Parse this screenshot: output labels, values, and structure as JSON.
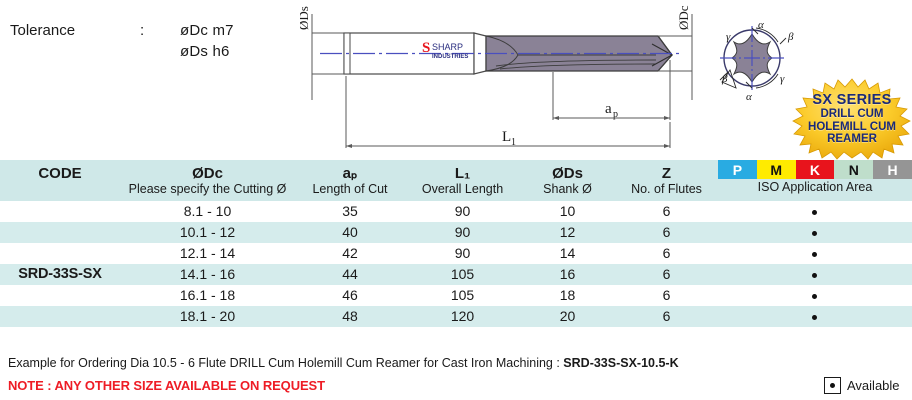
{
  "tolerance": {
    "label": "Tolerance",
    "colon": ":",
    "value_line1": "øDc m7",
    "value_line2": "øDs h6"
  },
  "drawing": {
    "shank_dia_label": "ØDs",
    "cutting_dia_label": "ØDc",
    "length_of_cut_label": "a",
    "length_of_cut_sub": "p",
    "overall_length_label": "L",
    "overall_length_sub": "1",
    "brand_mark": "S",
    "brand_line1": "SHARP",
    "brand_line2": "INDUSTRIES",
    "brand_color": "#e8141c",
    "brand_text_color": "#2b2f80",
    "centerline_color": "#4a4fbf",
    "flute_body_color": "#8a8296"
  },
  "end_view": {
    "angle_alpha_top": "α",
    "angle_beta_right": "β",
    "angle_gamma_left": "γ",
    "angle_gamma_right": "γ",
    "angle_beta_left": "β",
    "angle_alpha_bottom": "α"
  },
  "badge": {
    "line1": "SX SERIES",
    "line2": "DRILL CUM",
    "line3": "HOLEMILL CUM",
    "line4": "REAMER",
    "fill_color": "#f5c518",
    "text_color": "#1b2a78"
  },
  "table": {
    "headers": [
      {
        "main": "CODE",
        "sub": ""
      },
      {
        "main": "ØDc",
        "sub": "Please specify the Cutting Ø"
      },
      {
        "main": "aₚ",
        "sub": "Length of Cut"
      },
      {
        "main": "L₁",
        "sub": "Overall Length"
      },
      {
        "main": "ØDs",
        "sub": "Shank Ø"
      },
      {
        "main": "Z",
        "sub": "No. of Flutes"
      }
    ],
    "iso": {
      "caption": "ISO Application Area",
      "boxes": [
        {
          "label": "P",
          "color": "#29abe2"
        },
        {
          "label": "M",
          "color": "#ffeb00"
        },
        {
          "label": "K",
          "color": "#e8141c"
        },
        {
          "label": "N",
          "color": "#bfdecb"
        },
        {
          "label": "H",
          "color": "#959595"
        }
      ]
    },
    "code": "SRD-33S-SX",
    "rows": [
      {
        "dc": "8.1 - 10",
        "ap": "35",
        "l1": "90",
        "ds": "10",
        "z": "6",
        "iso_mark": "K"
      },
      {
        "dc": "10.1 - 12",
        "ap": "40",
        "l1": "90",
        "ds": "12",
        "z": "6",
        "iso_mark": "K"
      },
      {
        "dc": "12.1 - 14",
        "ap": "42",
        "l1": "90",
        "ds": "14",
        "z": "6",
        "iso_mark": "K"
      },
      {
        "dc": "14.1 - 16",
        "ap": "44",
        "l1": "105",
        "ds": "16",
        "z": "6",
        "iso_mark": "K"
      },
      {
        "dc": "16.1 - 18",
        "ap": "46",
        "l1": "105",
        "ds": "18",
        "z": "6",
        "iso_mark": "K"
      },
      {
        "dc": "18.1 - 20",
        "ap": "48",
        "l1": "120",
        "ds": "20",
        "z": "6",
        "iso_mark": "K"
      }
    ]
  },
  "footer": {
    "order_example_text": "Example for Ordering Dia 10.5 - 6 Flute DRILL Cum Holemill Cum Reamer for Cast Iron Machining : ",
    "order_example_code": "SRD-33S-SX-10.5-K",
    "note": "NOTE : ANY OTHER SIZE AVAILABLE ON REQUEST",
    "legend_label": "Available"
  }
}
